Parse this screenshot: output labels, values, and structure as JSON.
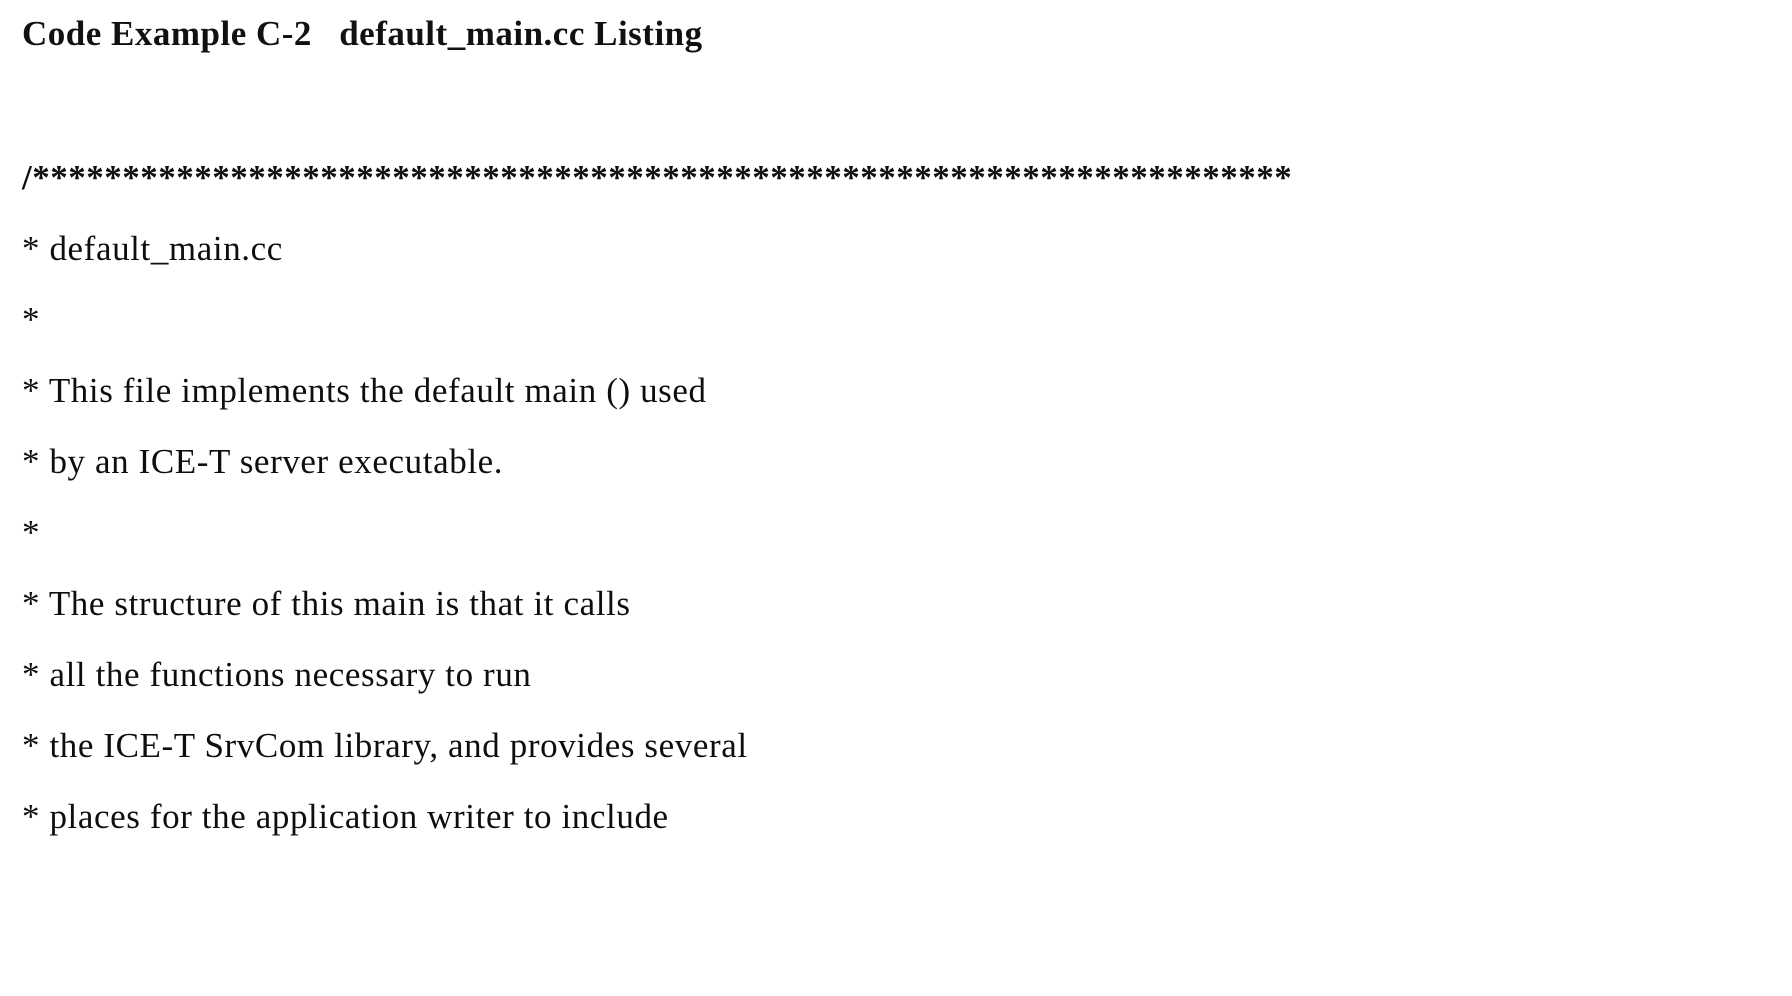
{
  "title": {
    "label": "Code Example C-2",
    "name": "default_main.cc Listing"
  },
  "listing": {
    "lines": [
      "/**********************************************************************",
      "* default_main.cc",
      "*",
      "* This file implements the default main () used",
      "* by an ICE-T server executable.",
      "*",
      "* The structure of this main is that it calls",
      "* all the functions necessary to run",
      "* the ICE-T SrvCom library, and provides several",
      "* places for the application writer to include"
    ]
  }
}
